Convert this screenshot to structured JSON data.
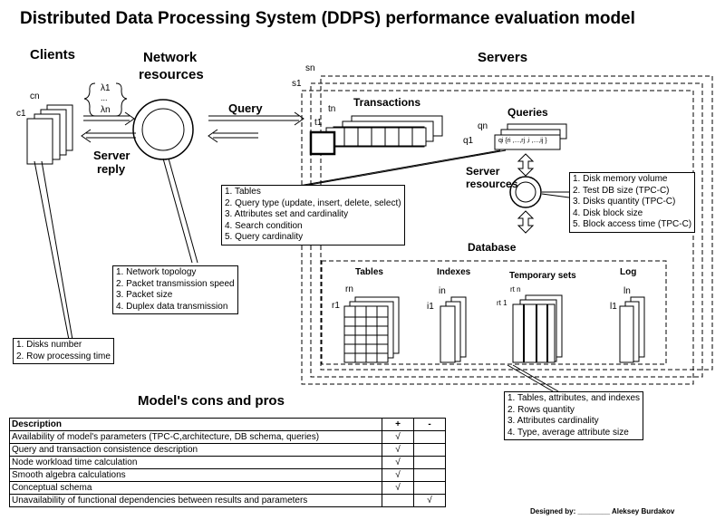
{
  "title": "Distributed Data Processing System (DDPS) performance evaluation model",
  "clients": {
    "label": "Clients",
    "cn": "cn",
    "c1": "c1",
    "notes": [
      "1. Disks number",
      "2. Row processing time"
    ]
  },
  "network": {
    "label_line1": "Network",
    "label_line2": "resources",
    "lambda1": "λ1",
    "lambda_dots": "...",
    "lambdan": "λn",
    "query": "Query",
    "reply_line1": "Server",
    "reply_line2": "reply",
    "notes": [
      "1. Network topology",
      "2. Packet transmission speed",
      "3. Packet size",
      "4. Duplex data transmission"
    ]
  },
  "servers": {
    "label": "Servers",
    "sn": "sn",
    "s1": "s1",
    "transactions": "Transactions",
    "tn": "tn",
    "t1": "t1",
    "queries": "Queries",
    "qn": "qn",
    "q1": "q1",
    "query_formula": "qi {ri ,...,rj ,i ,...,ij }",
    "server_resources": "Server resources",
    "database": "Database",
    "query_notes": [
      "1. Tables",
      "2. Query type (update, insert, delete, select)",
      "3. Attributes set and cardinality",
      "4. Search condition",
      "5. Query cardinality"
    ],
    "resource_notes": [
      "1. Disk memory volume",
      "2. Test DB size (TPC-C)",
      "3. Disks quantity (TPC-C)",
      "4. Disk block size",
      "5. Block access time (TPC-C)"
    ]
  },
  "database": {
    "tables": "Tables",
    "indexes": "Indexes",
    "temporary_sets": "Temporary sets",
    "log": "Log",
    "rn": "rn",
    "r1": "r1",
    "in": "in",
    "i1": "i1",
    "rt_n": "rt n",
    "rt_1": "rt 1",
    "ln": "ln",
    "l1": "l1",
    "notes": [
      "1. Tables, attributes, and indexes",
      "2. Rows quantity",
      "3. Attributes cardinality",
      "4. Type, average attribute size"
    ]
  },
  "cons_pros": {
    "heading": "Model's cons and pros",
    "headers": [
      "Description",
      "+",
      "-"
    ],
    "rows": [
      [
        "Availability of model's parameters (TPC-C,architecture, DB schema, queries)",
        "√",
        ""
      ],
      [
        "Query and transaction consistence description",
        "√",
        ""
      ],
      [
        "Node workload time calculation",
        "√",
        ""
      ],
      [
        "Smooth algebra calculations",
        "√",
        ""
      ],
      [
        "Conceptual schema",
        "√",
        ""
      ],
      [
        "Unavailability of functional dependencies between results and parameters",
        "",
        "√"
      ]
    ]
  },
  "signature": "Designed by: ________  Aleksey Burdakov"
}
